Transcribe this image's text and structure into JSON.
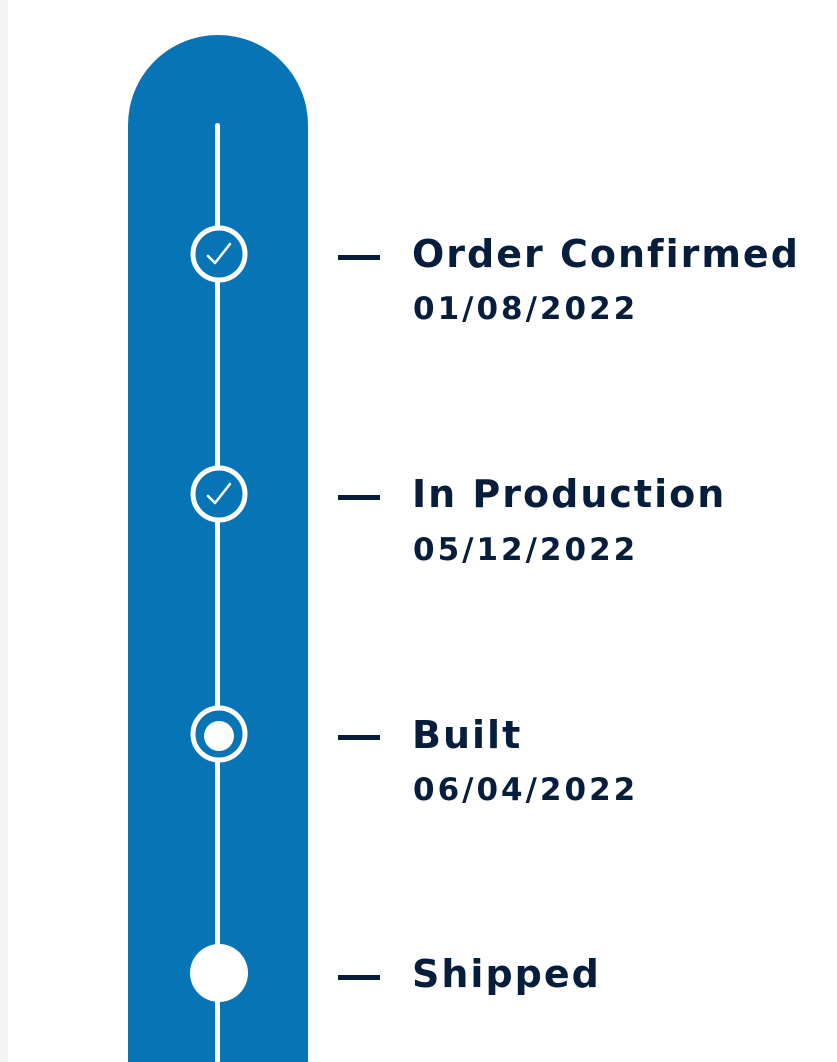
{
  "timeline": {
    "steps": [
      {
        "label": "Order Confirmed",
        "date": "01/08/2022",
        "status": "completed",
        "icon": "check-icon"
      },
      {
        "label": "In Production",
        "date": "05/12/2022",
        "status": "completed",
        "icon": "check-icon"
      },
      {
        "label": "Built",
        "date": "06/04/2022",
        "status": "current",
        "icon": "current-step-icon"
      },
      {
        "label": "Shipped",
        "status": "pending",
        "icon": "pending-step-icon"
      }
    ]
  },
  "colors": {
    "track": "#0775b5",
    "text": "#061d3b",
    "marker": "#ffffff",
    "page_background": "#ffffff",
    "left_edge": "#f3f3f3"
  }
}
